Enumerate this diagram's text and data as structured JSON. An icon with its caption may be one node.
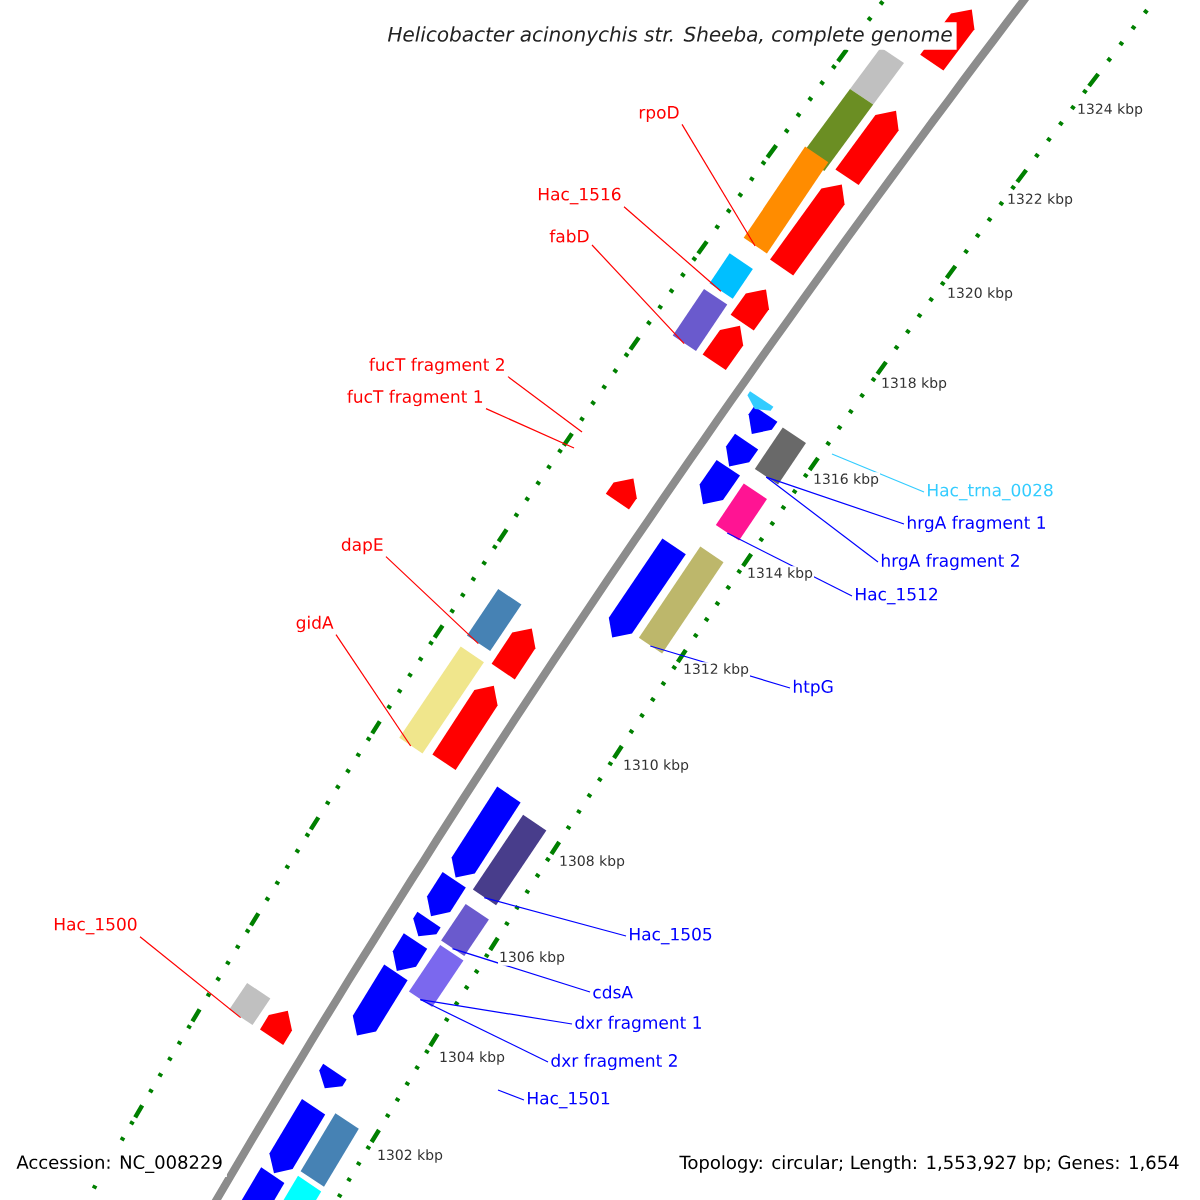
{
  "diagram": {
    "title": "*Helicobacter acinonychis* str. Sheeba, complete genome",
    "nodes": [
      {
        "text": [
          "rpoD"
        ]
      },
      {
        "text": [
          "Hac_1516"
        ]
      },
      {
        "text": [
          "fabD"
        ]
      },
      {
        "text": [
          "fucT fragment 2"
        ]
      },
      {
        "text": [
          "fucT fragment 1"
        ]
      },
      {
        "text": [
          "Hac_trna_0028"
        ]
      },
      {
        "text": [
          "hrgA fragment 1"
        ]
      },
      {
        "text": [
          "hrgA fragment 2"
        ]
      },
      {
        "text": [
          "Hac_1512"
        ]
      },
      {
        "text": [
          "dapE"
        ]
      },
      {
        "text": [
          "gidA"
        ]
      },
      {
        "text": [
          "htpG"
        ]
      },
      {
        "text": [
          "Hac_1500"
        ]
      },
      {
        "text": [
          "Hac_1505"
        ]
      },
      {
        "text": [
          "cdsA"
        ]
      },
      {
        "text": [
          "dxr fragment 1"
        ]
      },
      {
        "text": [
          "dxr fragment 2"
        ]
      },
      {
        "text": [
          "Hac_1501"
        ]
      },
      {
        "text": [],
        "shape": "box"
      },
      {
        "text": [],
        "shape": "box"
      },
      {
        "text": [],
        "shape": "box"
      },
      {
        "text": [],
        "shape": "box"
      },
      {
        "text": [],
        "shape": "box"
      },
      {
        "text": [],
        "shape": "box"
      },
      {
        "text": [],
        "shape": "box"
      },
      {
        "text": [],
        "shape": "box"
      },
      {
        "text": [],
        "shape": "box"
      },
      {
        "text": [],
        "shape": "box"
      },
      {
        "text": [],
        "shape": "box"
      },
      {
        "text": [],
        "shape": "box"
      }
    ],
    "edges": [
      {
        "from": 0,
        "to": 18,
        "arrow": "none",
        "color": "#ff0000"
      },
      {
        "from": 1,
        "to": 19,
        "arrow": "none",
        "color": "#ff0000"
      },
      {
        "from": 2,
        "to": 20,
        "arrow": "none",
        "color": "#ff0000"
      },
      {
        "from": 3,
        "to": null,
        "arrow": "none",
        "color": "#ff0000"
      },
      {
        "from": 4,
        "to": null,
        "arrow": "none",
        "color": "#ff0000"
      },
      {
        "from": 5,
        "to": null,
        "arrow": "none",
        "color": "#33ccff"
      },
      {
        "from": 6,
        "to": 21,
        "arrow": "none"
      },
      {
        "from": 7,
        "to": 21,
        "arrow": "none"
      },
      {
        "from": 8,
        "to": 22,
        "arrow": "none"
      },
      {
        "from": 9,
        "to": 23,
        "arrow": "none",
        "color": "#ff0000"
      },
      {
        "from": 10,
        "to": 24,
        "arrow": "none",
        "color": "#ff0000"
      },
      {
        "from": 11,
        "to": 25,
        "arrow": "none"
      },
      {
        "from": 12,
        "to": 26,
        "arrow": "none",
        "color": "#ff0000"
      },
      {
        "from": 13,
        "to": 27,
        "arrow": "none"
      },
      {
        "from": 14,
        "to": 28,
        "arrow": "none"
      },
      {
        "from": 15,
        "to": 29,
        "arrow": "none"
      },
      {
        "from": 16,
        "to": 29,
        "arrow": "none"
      },
      {
        "from": 17,
        "to": null,
        "arrow": "none"
      }
    ],
    "labels": [
      "1324 kbp",
      "1322 kbp",
      "1320 kbp",
      "1318 kbp",
      "1316 kbp",
      "1314 kbp",
      "1312 kbp",
      "1310 kbp",
      "1308 kbp",
      "1306 kbp",
      "1304 kbp",
      "1302 kbp",
      "Accession: NC_008229",
      "Topology: circular; Length: 1,553,927 bp; Genes: 1,654"
    ]
  }
}
